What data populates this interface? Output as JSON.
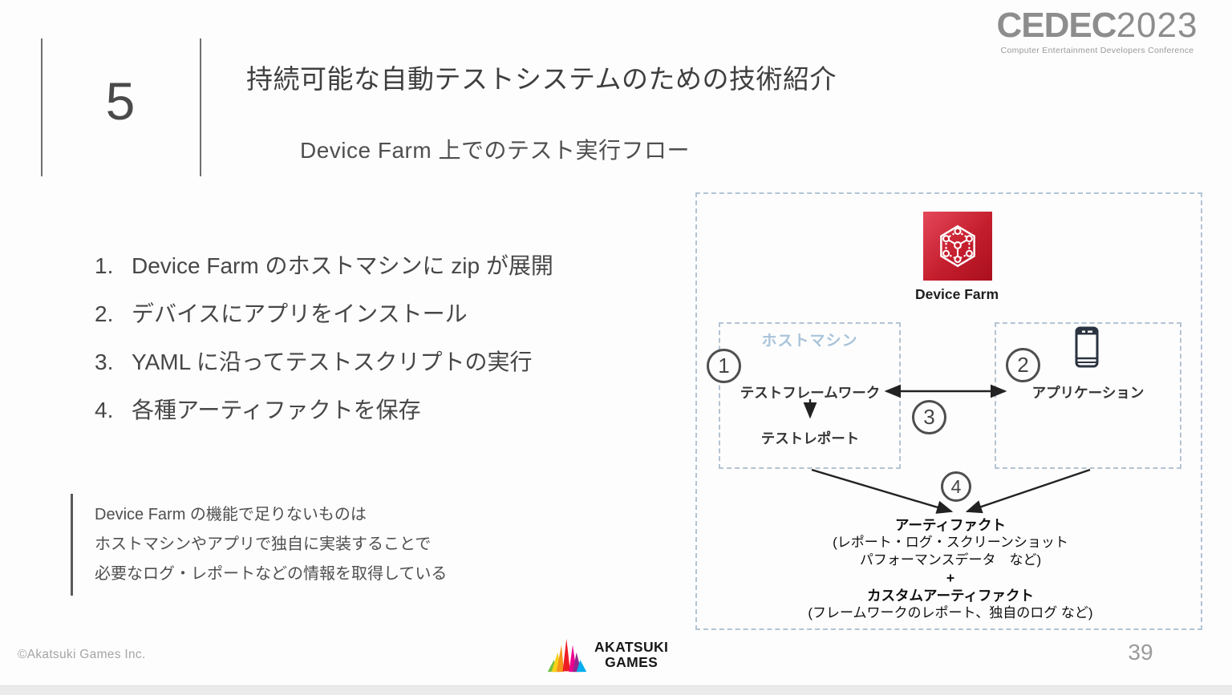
{
  "header": {
    "section_number": "5",
    "title": "持続可能な自動テストシステムのための技術紹介",
    "subtitle": "Device Farm 上でのテスト実行フロー"
  },
  "cedec": {
    "wordmark": "CEDEC",
    "year": "2023",
    "tagline": "Computer Entertainment Developers Conference"
  },
  "steps": [
    {
      "num": "1.",
      "text": "Device Farm のホストマシンに zip が展開"
    },
    {
      "num": "2.",
      "text": "デバイスにアプリをインストール"
    },
    {
      "num": "3.",
      "text": "YAML に沿ってテストスクリプトの実行"
    },
    {
      "num": "4.",
      "text": "各種アーティファクトを保存"
    }
  ],
  "note": {
    "line1": "Device Farm の機能で足りないものは",
    "line2": "ホストマシンやアプリで独自に実装することで",
    "line3": "必要なログ・レポートなどの情報を取得している"
  },
  "diagram": {
    "device_farm_label": "Device Farm",
    "host_box_label": "ホストマシン",
    "test_framework": "テストフレームワーク",
    "test_report": "テストレポート",
    "application": "アプリケーション",
    "badges": {
      "b1": "1",
      "b2": "2",
      "b3": "3",
      "b4": "4"
    },
    "artifacts": {
      "title": "アーティファクト",
      "detail1": "(レポート・ログ・スクリーンショット",
      "detail2": "パフォーマンスデータ　など)",
      "plus": "+",
      "custom_title": "カスタムアーティファクト",
      "custom_detail": "(フレームワークのレポート、独自のログ など)"
    },
    "colors": {
      "device_farm_red": "#c41e2d",
      "dash_border": "#b3c4d3",
      "host_label_blue": "#a9c4da"
    }
  },
  "footer": {
    "copyright": "©Akatsuki Games Inc.",
    "logo_text_line1": "AKATSUKI",
    "logo_text_line2": "GAMES",
    "page_number": "39"
  }
}
